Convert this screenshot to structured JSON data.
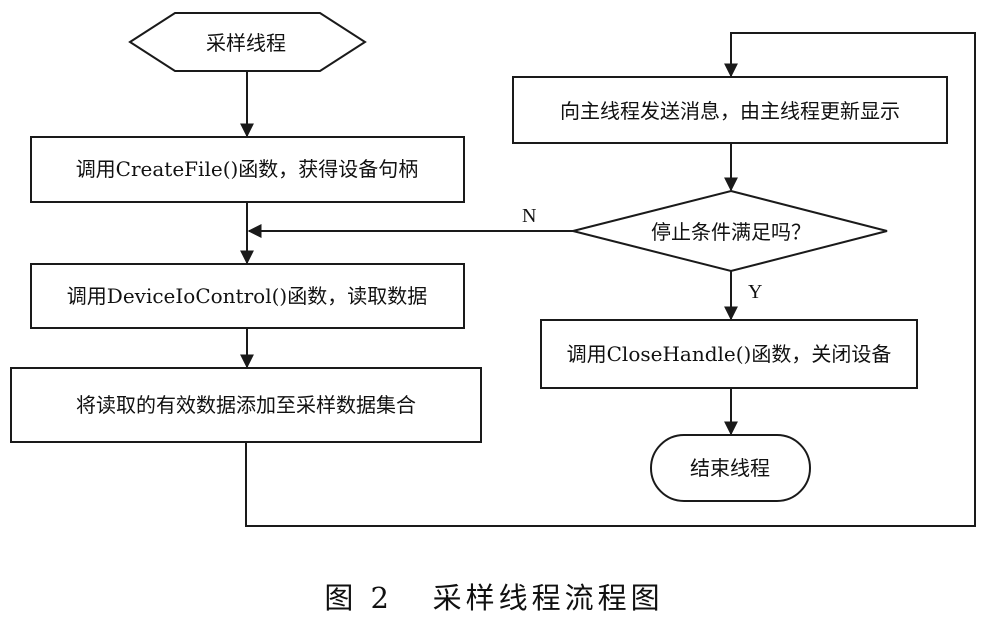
{
  "diagram": {
    "nodes": {
      "start": "采样线程",
      "create_file": "调用CreateFile()函数，获得设备句柄",
      "device_io": "调用DeviceIoControl()函数，读取数据",
      "add_data": "将读取的有效数据添加至采样数据集合",
      "send_msg": "向主线程发送消息，由主线程更新显示",
      "decision": "停止条件满足吗？",
      "close_handle": "调用CloseHandle()函数，关闭设备",
      "end": "结束线程"
    },
    "edge_labels": {
      "no": "N",
      "yes": "Y"
    }
  },
  "caption": "图 2   采样线程流程图"
}
